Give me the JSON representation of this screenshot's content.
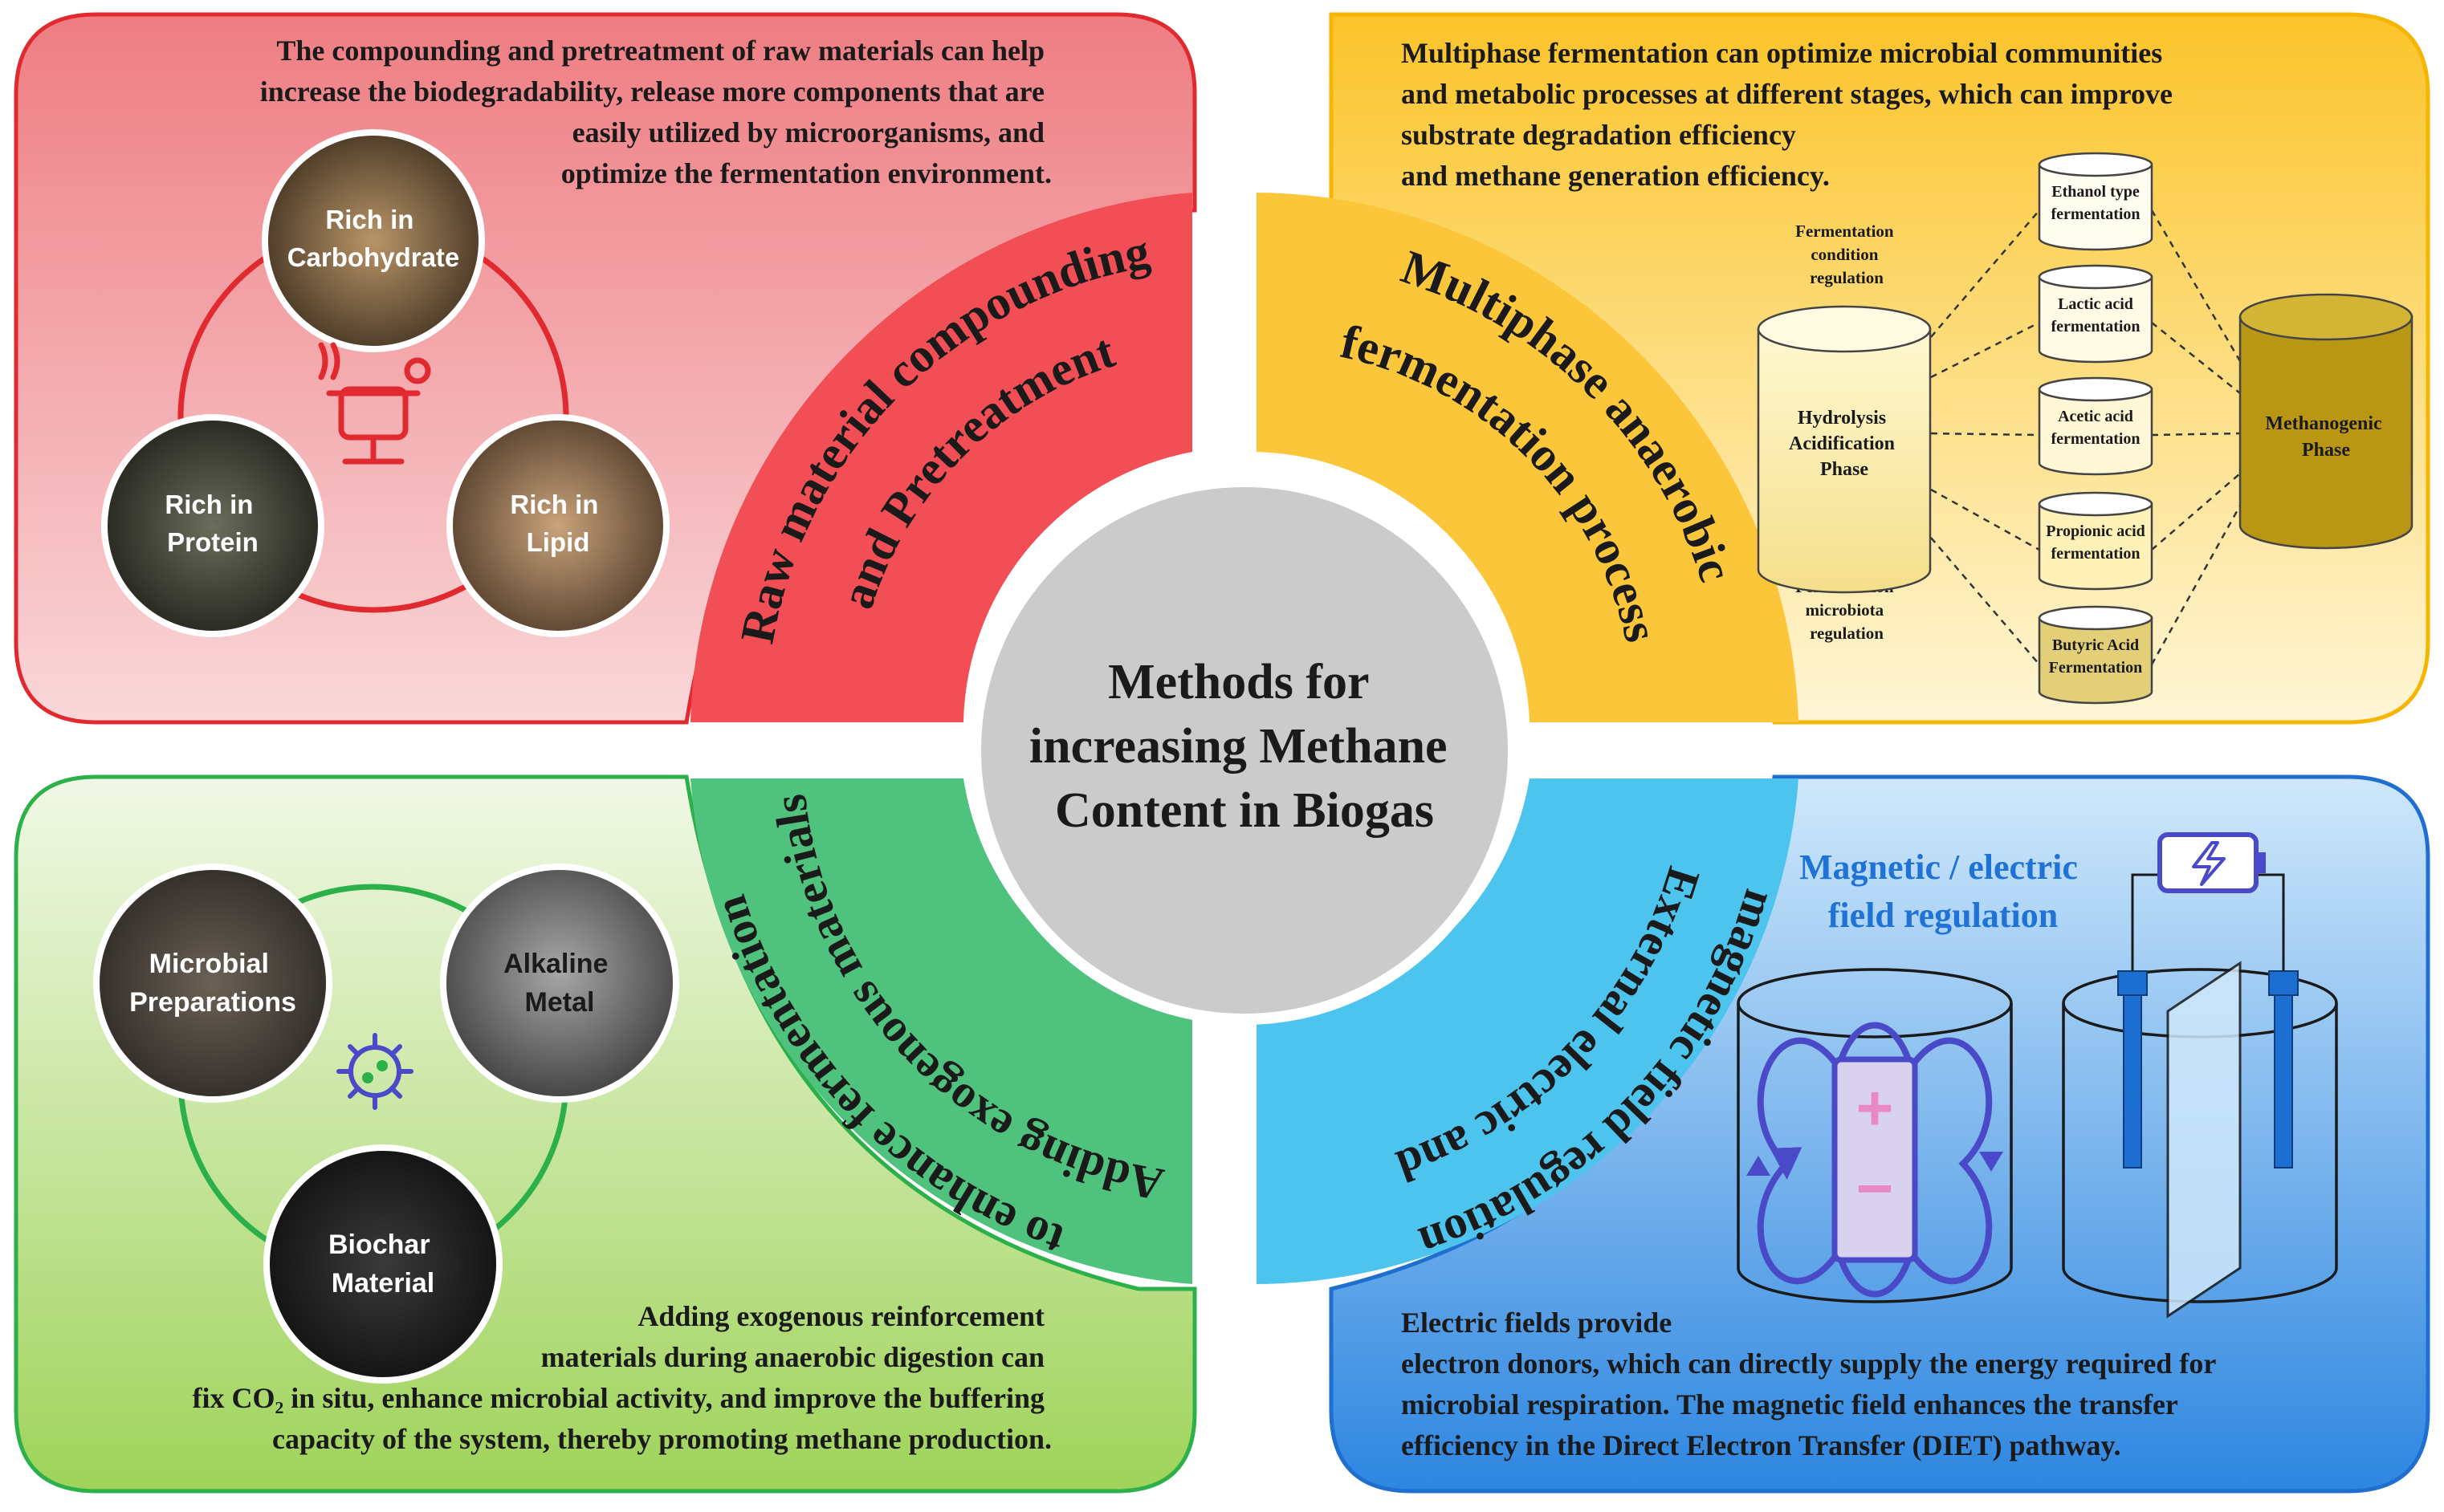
{
  "center_title": [
    "Methods for",
    "increasing Methane",
    "Content in Biogas"
  ],
  "colors": {
    "red": "#e8353a",
    "yellow": "#fbc52c",
    "green": "#4fc27e",
    "blue": "#4cc4ec",
    "center": "#c9c9c9"
  },
  "quadrants": {
    "raw_material": {
      "arc_label_1": "Raw material compounding",
      "arc_label_2": "and Pretreatment",
      "description": [
        "The compounding and pretreatment of raw materials can help",
        "increase the biodegradability, release more components that are",
        "easily utilized by microorganisms, and",
        "optimize the fermentation environment."
      ],
      "items": [
        {
          "lines": [
            "Rich in",
            "Carbohydrate"
          ]
        },
        {
          "lines": [
            "Rich in",
            "Protein"
          ]
        },
        {
          "lines": [
            "Rich in",
            "Lipid"
          ]
        }
      ],
      "icon": "cooking-pot-icon"
    },
    "multiphase": {
      "arc_label_1": "Multiphase anaerobic",
      "arc_label_2": "fermentation process",
      "description": [
        "Multiphase fermentation can optimize microbial communities",
        "and metabolic processes at different stages, which can improve",
        "substrate degradation efficiency",
        "and methane generation efficiency."
      ],
      "diagram": {
        "top_note": [
          "Fermentation",
          "condition",
          "regulation"
        ],
        "bottom_note": [
          "Fermentation",
          "microbiota",
          "regulation"
        ],
        "hydrolysis": [
          "Hydrolysis",
          "Acidification",
          "Phase"
        ],
        "methanogenic": [
          "Methanogenic",
          "Phase"
        ],
        "fermentations": [
          [
            "Ethanol type",
            "fermentation"
          ],
          [
            "Lactic acid",
            "fermentation"
          ],
          [
            "Acetic acid",
            "fermentation"
          ],
          [
            "Propionic acid",
            "fermentation"
          ],
          [
            "Butyric Acid",
            "Fermentation"
          ]
        ]
      }
    },
    "exogenous": {
      "arc_label_1": "Adding exogenous materials",
      "arc_label_2": "to enhance fermentation",
      "description": [
        "Adding exogenous reinforcement",
        "materials during anaerobic digestion can",
        "fix CO₂ in situ, enhance microbial activity, and improve the buffering",
        "capacity of the system, thereby promoting methane production."
      ],
      "items": [
        {
          "lines": [
            "Microbial",
            "Preparations"
          ]
        },
        {
          "lines": [
            "Alkaline",
            "Metal"
          ]
        },
        {
          "lines": [
            "Biochar",
            "Material"
          ]
        }
      ],
      "icon": "microbe-icon"
    },
    "external_field": {
      "arc_label_1": "External electric and",
      "arc_label_2": "magnetic field regulation",
      "subtitle": [
        "Magnetic / electric",
        "field regulation"
      ],
      "description": [
        "Electric fields provide",
        "electron donors, which can directly supply the energy required for",
        "microbial respiration. The magnetic field enhances the transfer",
        "efficiency in the Direct Electron Transfer (DIET) pathway."
      ],
      "battery_symbols": [
        "+",
        "−"
      ],
      "icon": "battery-icon"
    }
  }
}
